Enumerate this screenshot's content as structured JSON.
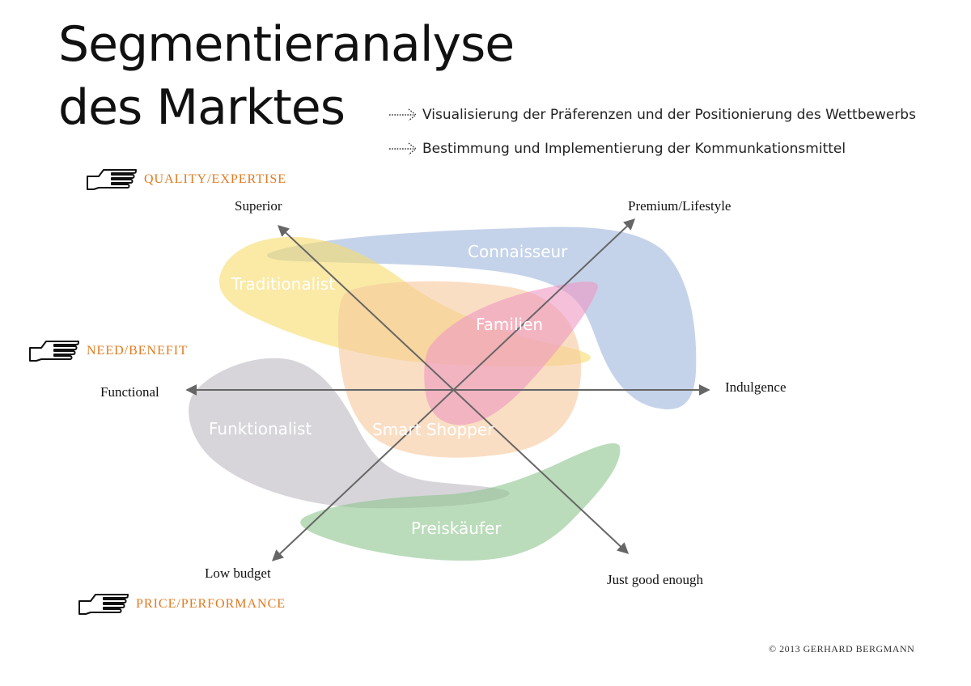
{
  "title_line1": "Segmentieranalyse",
  "title_line2": "des Marktes",
  "bullets": [
    "Visualisierung der Präferenzen und der Positionierung des Wettbewerbs",
    "Bestimmung und Implementierung der Kommunkationsmittel"
  ],
  "dimensions": {
    "quality": "QUALITY/EXPERTISE",
    "need": "NEED/BENEFIT",
    "price": "PRICE/PERFORMANCE"
  },
  "axes": {
    "superior": "Superior",
    "premium": "Premium/Lifestyle",
    "functional": "Functional",
    "indulgence": "Indulgence",
    "low_budget": "Low budget",
    "just_good_enough": "Just good enough"
  },
  "segments": {
    "connaisseur": "Connaisseur",
    "traditionalist": "Traditionalist",
    "familien": "Familien",
    "funktionalist": "Funktionalist",
    "smart_shopper": "Smart Shopper",
    "preiskaeufer": "Preiskäufer"
  },
  "colors": {
    "accent": "#e07a1f",
    "connaisseur": "#9fb6dc",
    "traditionalist": "#f7dc6a",
    "familien": "#ee98c2",
    "funktionalist": "#bcb9c2",
    "smart_shopper": "#f7c89c",
    "preiskaeufer": "#8dc58d"
  },
  "copyright": "© 2013 GERHARD BERGMANN"
}
